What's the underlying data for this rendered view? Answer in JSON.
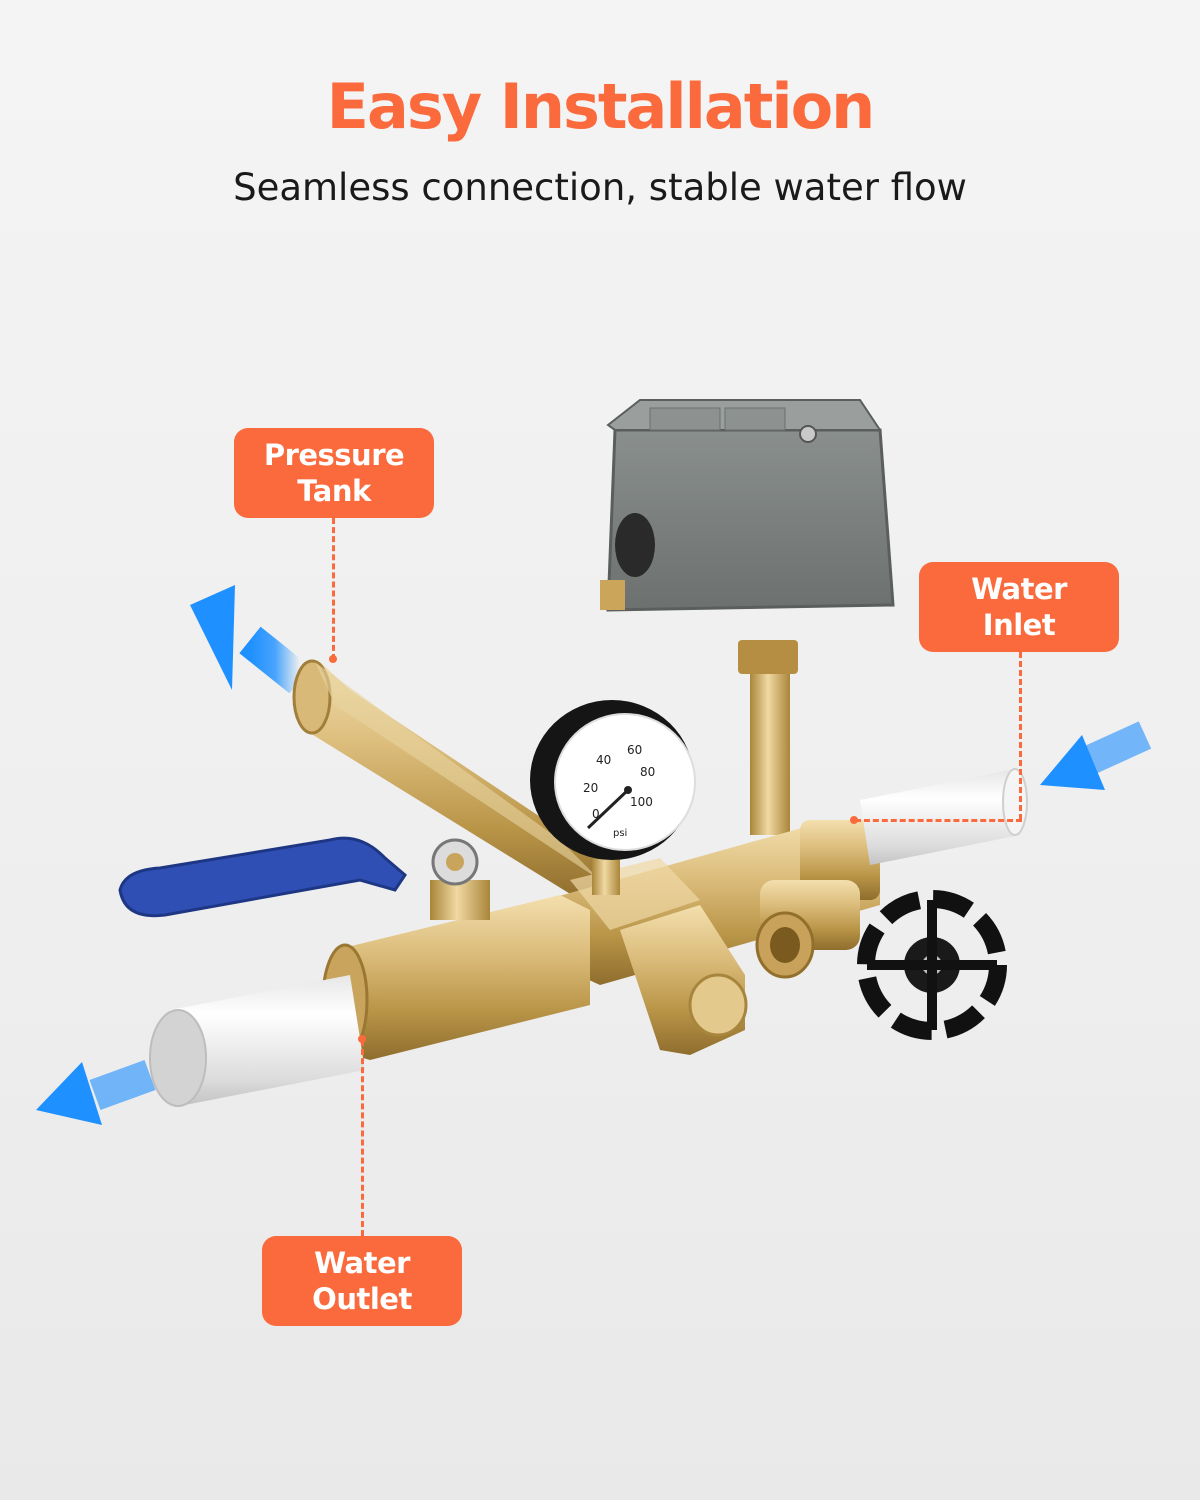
{
  "header": {
    "title": "Easy Installation",
    "subtitle": "Seamless connection, stable water flow"
  },
  "callouts": {
    "pressure_tank": {
      "line1": "Pressure",
      "line2": "Tank"
    },
    "water_inlet": {
      "line1": "Water",
      "line2": "Inlet"
    },
    "water_outlet": {
      "line1": "Water",
      "line2": "Outlet"
    }
  },
  "gauge": {
    "ticks": [
      "20",
      "40",
      "60",
      "80",
      "100"
    ],
    "zero": "0",
    "unit": "psi"
  },
  "colors": {
    "accent": "#fa6a3c",
    "flow_arrow": "#1e90ff",
    "brass": "#d8b574",
    "handle": "#2f4fb5"
  },
  "icons": [
    "flow-arrow-icon",
    "ball-valve-handle",
    "pressure-gauge",
    "pressure-switch",
    "gate-valve-wheel"
  ]
}
